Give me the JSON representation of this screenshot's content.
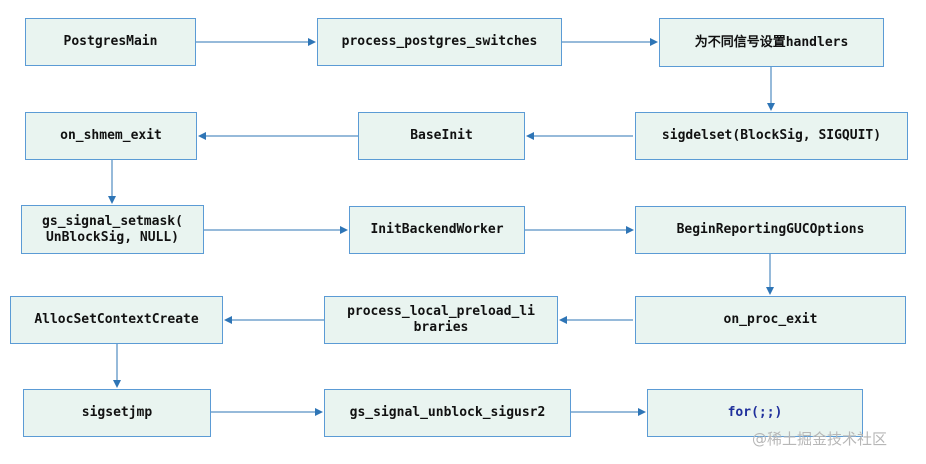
{
  "nodes": [
    {
      "id": "n1",
      "label": "PostgresMain"
    },
    {
      "id": "n2",
      "label": "process_postgres_switches"
    },
    {
      "id": "n3",
      "label": "为不同信号设置handlers"
    },
    {
      "id": "n4",
      "label": "sigdelset(BlockSig, SIGQUIT)"
    },
    {
      "id": "n5",
      "label": "BaseInit"
    },
    {
      "id": "n6",
      "label": "on_shmem_exit"
    },
    {
      "id": "n7",
      "label": "gs_signal_setmask(\nUnBlockSig, NULL)"
    },
    {
      "id": "n8",
      "label": "InitBackendWorker"
    },
    {
      "id": "n9",
      "label": "BeginReportingGUCOptions"
    },
    {
      "id": "n10",
      "label": "on_proc_exit"
    },
    {
      "id": "n11",
      "label": "process_local_preload_li\nbraries"
    },
    {
      "id": "n12",
      "label": "AllocSetContextCreate"
    },
    {
      "id": "n13",
      "label": "sigsetjmp"
    },
    {
      "id": "n14",
      "label": "gs_signal_unblock_sigusr2"
    },
    {
      "id": "n15",
      "label": "for(;;)"
    }
  ],
  "edges": [
    [
      "n1",
      "n2"
    ],
    [
      "n2",
      "n3"
    ],
    [
      "n3",
      "n4"
    ],
    [
      "n4",
      "n5"
    ],
    [
      "n5",
      "n6"
    ],
    [
      "n6",
      "n7"
    ],
    [
      "n7",
      "n8"
    ],
    [
      "n8",
      "n9"
    ],
    [
      "n9",
      "n10"
    ],
    [
      "n10",
      "n11"
    ],
    [
      "n11",
      "n12"
    ],
    [
      "n12",
      "n13"
    ],
    [
      "n13",
      "n14"
    ],
    [
      "n14",
      "n15"
    ]
  ],
  "watermark": "@稀土掘金技术社区",
  "colors": {
    "box_fill": "#e9f4f0",
    "box_border": "#5b9bd5",
    "arrow": "#2e75b6",
    "highlight_text": "#1f2f9c"
  }
}
